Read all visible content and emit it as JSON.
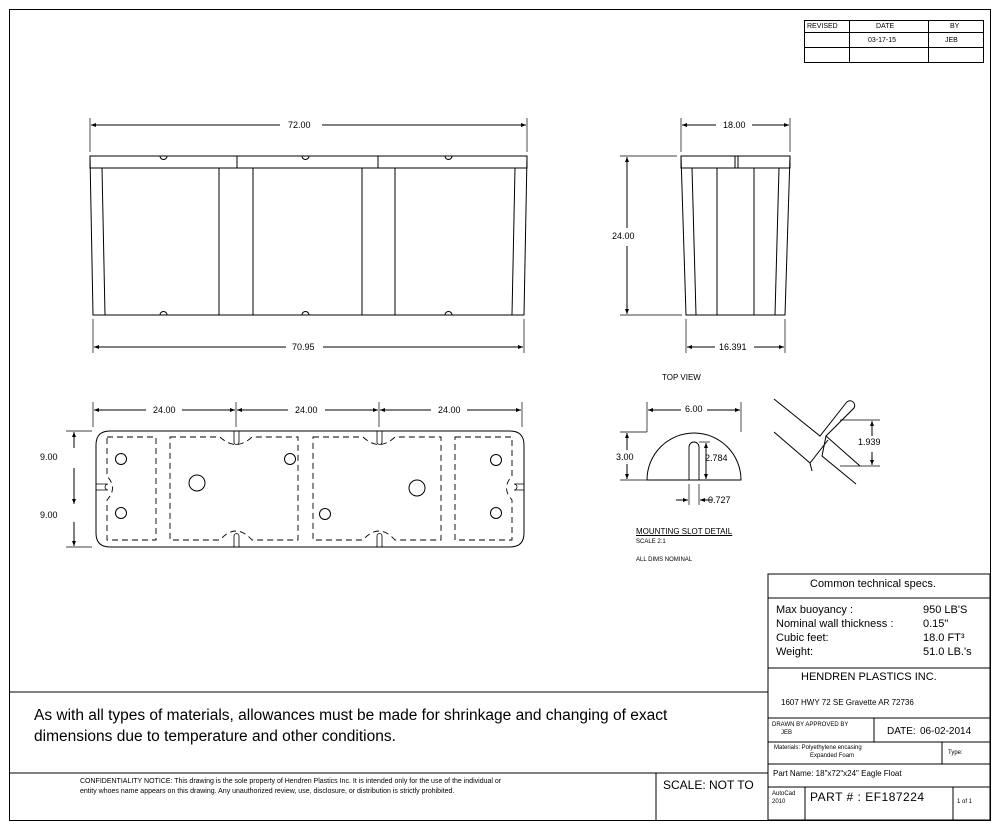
{
  "revision_block": {
    "headers": {
      "revised": "REVISED",
      "date": "DATE",
      "by": "BY"
    },
    "row": {
      "date": "03-17-15",
      "by": "JEB"
    }
  },
  "front_view": {
    "top_width": "72.00",
    "bottom_width": "70.95"
  },
  "side_view": {
    "top_width": "18.00",
    "height": "24.00",
    "bottom_width": "16.391",
    "label": "TOP VIEW"
  },
  "top_view": {
    "segments": [
      "24.00",
      "24.00",
      "24.00"
    ],
    "left_dims": [
      "9.00",
      "9.00"
    ]
  },
  "slot_detail": {
    "width": "6.00",
    "height": "3.00",
    "depth": "2.784",
    "slot_width": "0.727",
    "iso_dim": "1.939",
    "title": "MOUNTING SLOT DETAIL",
    "scale": "SCALE 2:1",
    "note": "ALL DIMS NOMINAL"
  },
  "specs": {
    "title": "Common technical specs.",
    "rows": [
      {
        "label": "Max buoyancy :",
        "value": "950 LB'S"
      },
      {
        "label": "Nominal wall thickness :",
        "value": "0.15\""
      },
      {
        "label": "Cubic feet:",
        "value": "18.0 FT³"
      },
      {
        "label": "Weight:",
        "value": "51.0 LB.'s"
      }
    ]
  },
  "company": {
    "name": "HENDREN PLASTICS INC.",
    "address": "1607 HWY 72 SE    Gravette AR 72736"
  },
  "drawn": {
    "label": "DRAWN BY  APPROVED BY",
    "by": "JEB",
    "date_label": "DATE:",
    "date": "06-02-2014"
  },
  "materials": {
    "label": "Materials: Polyethylene encasing",
    "line2": "Expanded Foam",
    "type_label": "Type:"
  },
  "part": {
    "name": "Part Name: 18\"x72\"x24\" Eagle Float",
    "software": "AutoCad",
    "year": "2010",
    "number": "PART # : EF187224",
    "sheet": "1 of 1"
  },
  "note": {
    "line1": "As with all types of materials, allowances must be made for shrinkage and changing of exact",
    "line2": "dimensions due to temperature and other conditions."
  },
  "confidentiality": {
    "line1": "CONFIDENTIALITY NOTICE: This drawing is the sole property of Hendren Plastics Inc. It is intended only for the use of the individual or",
    "line2": "entity whoes name appears on this drawing. Any unauthorized review, use, disclosure, or distribution is strictly prohibited."
  },
  "scale": "SCALE: NOT TO"
}
